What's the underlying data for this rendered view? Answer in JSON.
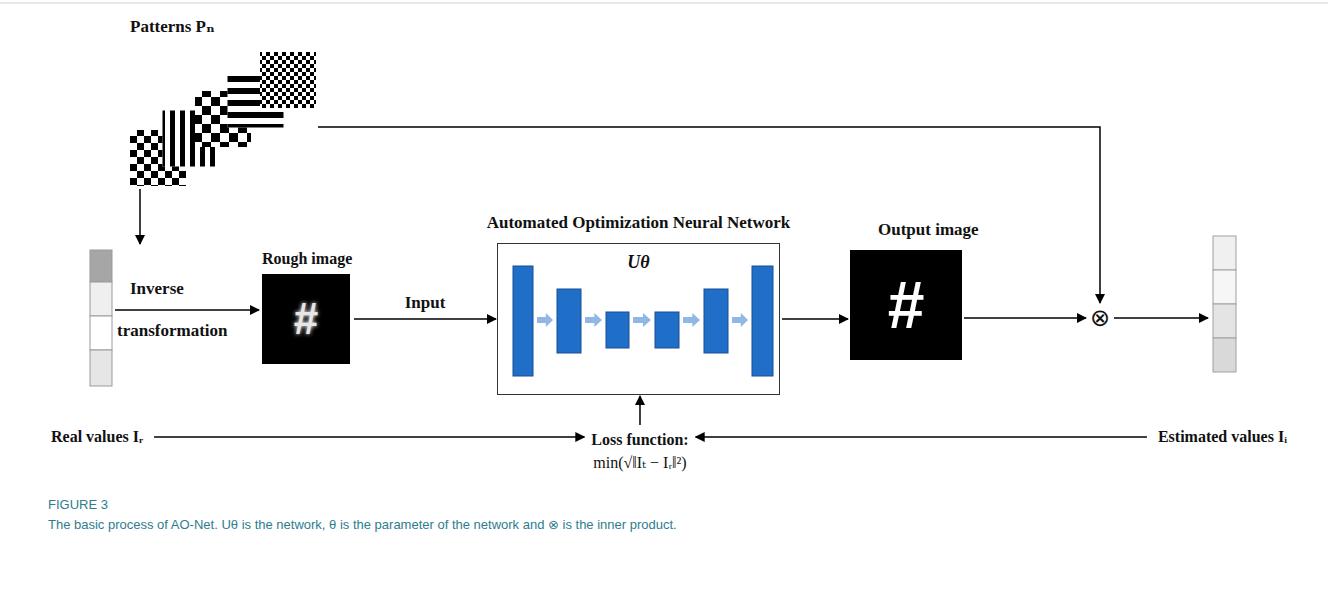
{
  "diagram": {
    "caption": "The basic process of AO-Net. Uθ is the network, θ is the parameter of the network and ⊗ is the inner product.",
    "nodes": [
      {
        "text": [
          "Patterns Pₙ"
        ]
      },
      {
        "text": [
          "Rough image",
          "#"
        ]
      },
      {
        "text": [
          "Automated Optimization Neural Network",
          "Uθ"
        ]
      },
      {
        "text": [
          "Output image",
          "#"
        ]
      },
      {
        "text": [
          "⊗"
        ]
      },
      {
        "text": [
          "Loss function:",
          "min(√‖Iₜ − Iᵣ‖²)"
        ]
      },
      {
        "text": [
          "Real values Iᵣ"
        ]
      },
      {
        "text": [
          "Estimated values Iᵢ"
        ]
      }
    ],
    "edges": [
      {
        "from": 0,
        "to": 4,
        "arrow": "to"
      },
      {
        "from": 1,
        "to": 2,
        "label": "Input",
        "arrow": "to"
      },
      {
        "from": 2,
        "to": 3,
        "arrow": "to"
      },
      {
        "from": 3,
        "to": 4,
        "arrow": "to"
      },
      {
        "from": 6,
        "to": 5,
        "arrow": "to"
      },
      {
        "from": 7,
        "to": 5,
        "arrow": "to"
      },
      {
        "from": 5,
        "to": 2,
        "arrow": "to"
      }
    ],
    "labels": [
      "Inverse",
      "transformation",
      "FIGURE 3"
    ]
  }
}
